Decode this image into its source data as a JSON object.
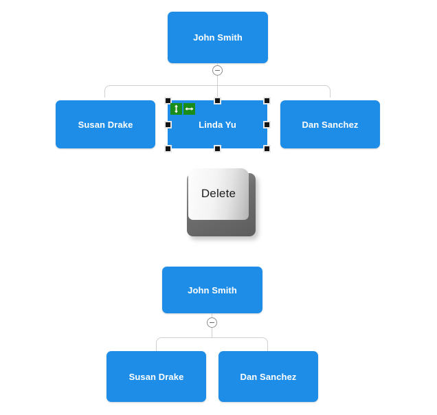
{
  "canvas": {
    "background_color": "#ffffff",
    "node_color": "#1e8de8",
    "node_text_color": "#ffffff",
    "connector_color": "#cfcfcf",
    "handle_color": "#141414",
    "badge_color": "#1a8c1a"
  },
  "before_chart": {
    "label": "org-chart-before-delete",
    "root": {
      "name": "John Smith"
    },
    "toggle": {
      "icon": "minus-icon",
      "state": "expanded"
    },
    "children": [
      {
        "name": "Susan Drake",
        "selected": false
      },
      {
        "name": "Linda Yu",
        "selected": true
      },
      {
        "name": "Dan Sanchez",
        "selected": false
      }
    ],
    "selection": {
      "node": "Linda Yu",
      "handles": 8,
      "badges": [
        {
          "icon": "resize-vertical-icon",
          "glyph": "↕",
          "title": "Resize height"
        },
        {
          "icon": "resize-horizontal-icon",
          "glyph": "↔",
          "title": "Resize width"
        }
      ]
    }
  },
  "action": {
    "key_label": "Delete",
    "icon": "keyboard-key-icon"
  },
  "after_chart": {
    "label": "org-chart-after-delete",
    "root": {
      "name": "John Smith"
    },
    "toggle": {
      "icon": "minus-icon",
      "state": "expanded"
    },
    "children": [
      {
        "name": "Susan Drake"
      },
      {
        "name": "Dan Sanchez"
      }
    ]
  }
}
